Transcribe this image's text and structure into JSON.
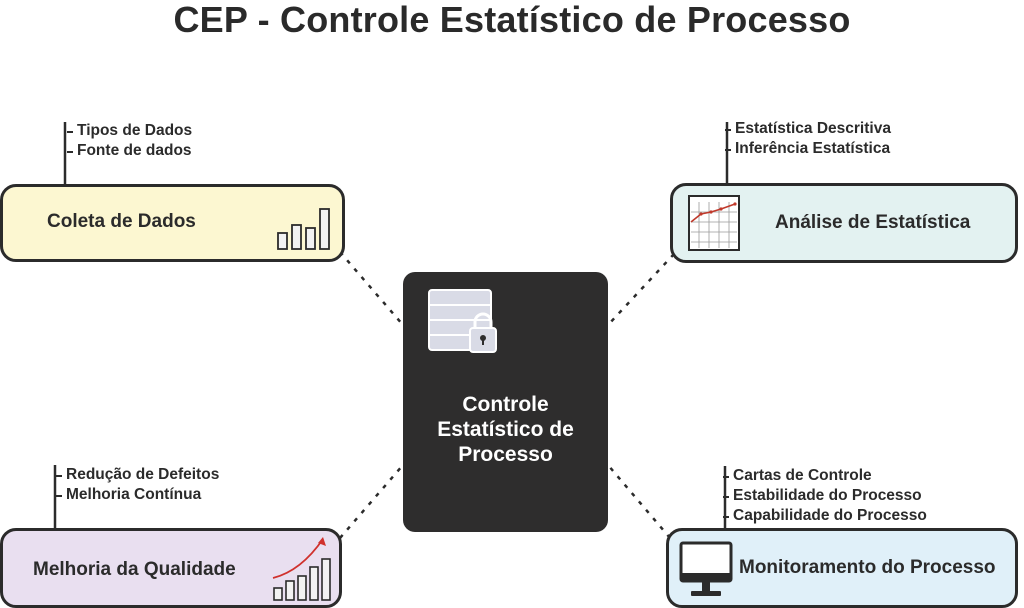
{
  "title": "CEP - Controle Estatístico de Processo",
  "center": {
    "lines": [
      "Controle",
      "Estatístico de",
      "Processo"
    ],
    "icon": "database-lock-icon"
  },
  "nodes": {
    "coleta": {
      "label": "Coleta de Dados",
      "notes": [
        "Tipos de Dados",
        "Fonte de dados"
      ],
      "icon": "bar-chart-icon",
      "color": "#fcf7d1"
    },
    "analise": {
      "label": "Análise de Estatística",
      "notes": [
        "Estatística Descritiva",
        "Inferência Estatística"
      ],
      "icon": "line-graph-icon",
      "color": "#e3f2f1"
    },
    "melhoria": {
      "label": "Melhoria da Qualidade",
      "notes": [
        "Redução de Defeitos",
        "Melhoria Contínua"
      ],
      "icon": "growth-chart-icon",
      "color": "#e9dff0"
    },
    "monitor": {
      "label": "Monitoramento do Processo",
      "notes": [
        "Cartas de Controle",
        "Estabilidade do Processo",
        "Capabilidade do Processo"
      ],
      "icon": "monitor-icon",
      "color": "#e0f0f9"
    }
  }
}
